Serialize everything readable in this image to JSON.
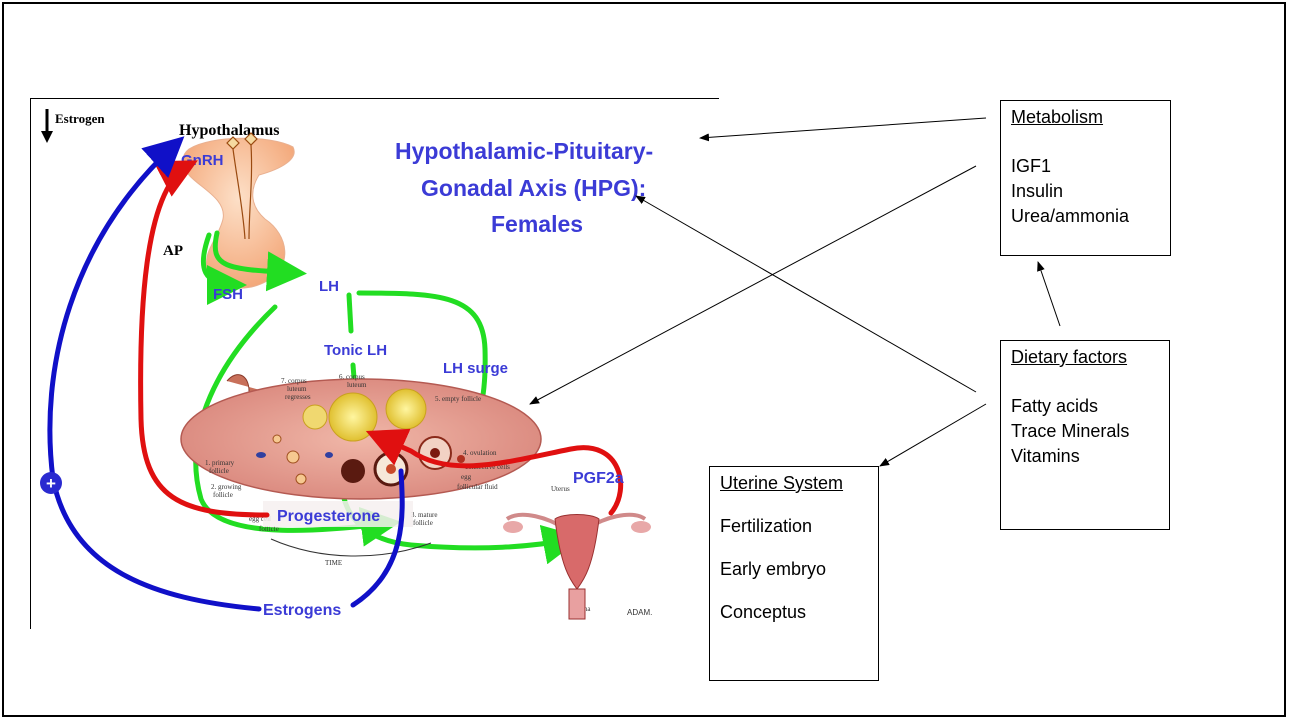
{
  "diagram": {
    "title_lines": [
      "Hypothalamic-Pituitary-",
      "Gonadal Axis (HPG):",
      "Females"
    ],
    "estrogen_tag": "Estrogen",
    "hypothalamus": "Hypothalamus",
    "gnrh": "GnRH",
    "ap": "AP",
    "fsh": "FSH",
    "lh": "LH",
    "tonic_lh": "Tonic LH",
    "lh_surge": "LH surge",
    "progesterone": "Progesterone",
    "pgf2a": "PGF2a",
    "estrogens": "Estrogens",
    "plus_symbol": "+",
    "ovary_labels": [
      "7. corpus",
      "luteum",
      "regresses",
      "6. corpus",
      "luteum",
      "5. empty follicle",
      "1. primary",
      "follicle",
      "2. growing",
      "follicle",
      "4. ovulation",
      "connective cells",
      "egg",
      "follicular fluid",
      "3. mature",
      "follicle",
      "egg cell",
      "follicle",
      "TIME",
      "Uterus",
      "Vagina"
    ],
    "credit": "ADAM."
  },
  "boxes": {
    "metabolism": {
      "heading": "Metabolism",
      "items": [
        "IGF1",
        "Insulin",
        "Urea/ammonia"
      ]
    },
    "dietary": {
      "heading": "Dietary factors",
      "items": [
        "Fatty acids",
        "Trace Minerals",
        "Vitamins"
      ]
    },
    "uterine": {
      "heading": "Uterine System",
      "items": [
        "Fertilization",
        "Early embryo",
        "Conceptus"
      ]
    }
  },
  "colors": {
    "estrogen_feedback": "#1010c8",
    "progesterone_feedback": "#e01010",
    "pituitary_hormones": "#22dd22",
    "label_blue": "#3b3bd6"
  }
}
